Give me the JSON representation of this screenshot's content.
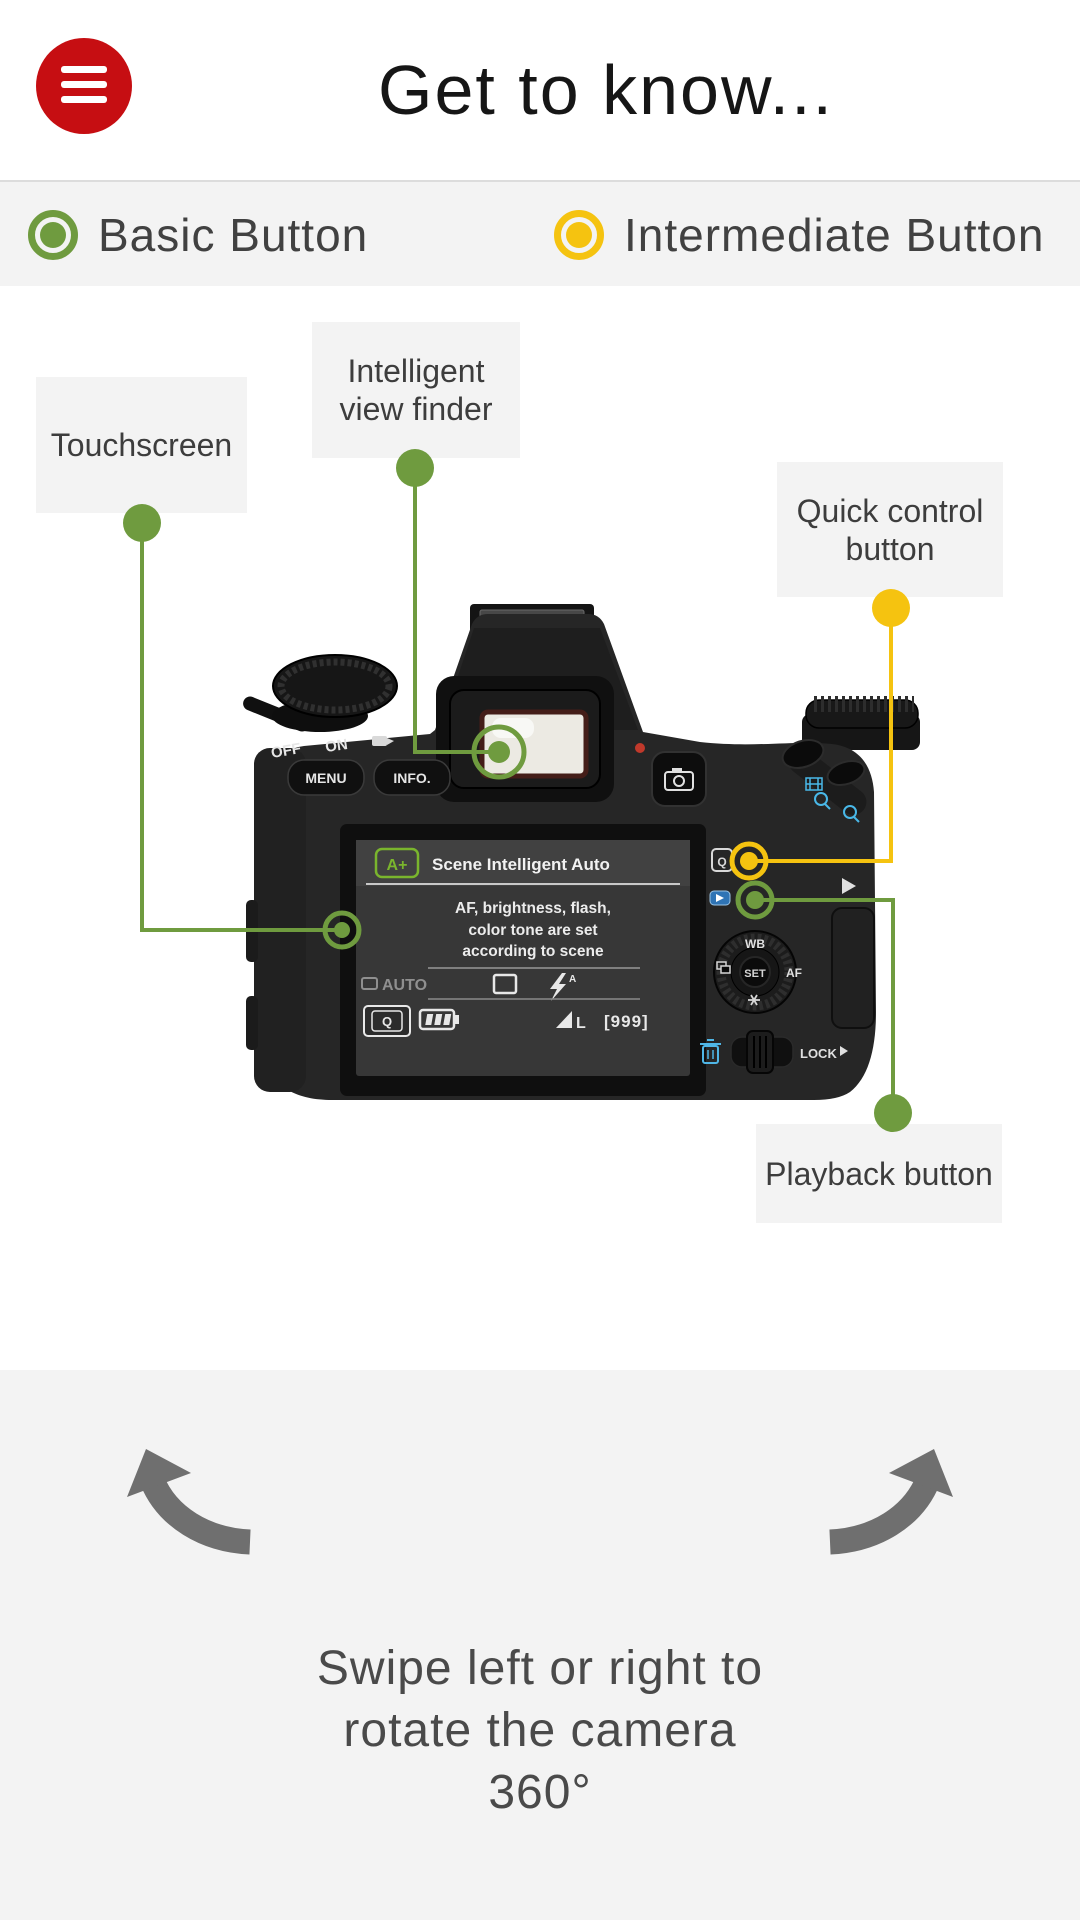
{
  "header": {
    "title": "Get to know...",
    "menu": {
      "icon": "hamburger-icon",
      "color": "#c60e12"
    }
  },
  "legend": {
    "items": [
      {
        "label": "Basic Button",
        "color": "#6f9b3f"
      },
      {
        "label": "Intermediate Button",
        "color": "#f5c310"
      }
    ]
  },
  "diagram": {
    "callouts": [
      {
        "label": "Touchscreen",
        "level": "basic",
        "color": "#6f9b3f"
      },
      {
        "label": "Intelligent view finder",
        "level": "basic",
        "color": "#6f9b3f"
      },
      {
        "label": "Quick control button",
        "level": "intermediate",
        "color": "#f5c310"
      },
      {
        "label": "Playback button",
        "level": "basic",
        "color": "#6f9b3f"
      }
    ],
    "camera": {
      "power_off": "OFF",
      "power_on": "ON",
      "menu_button": "MENU",
      "info_button": "INFO.",
      "q_icon_label": "Q",
      "lock_label": "LOCK",
      "dial": {
        "wb": "WB",
        "set": "SET",
        "af": "AF"
      },
      "lcd": {
        "mode_icon": "A+",
        "mode_title": "Scene Intelligent Auto",
        "description_line1": "AF, brightness, flash,",
        "description_line2": "color tone are set",
        "description_line3": "according to scene",
        "auto_label": "AUTO",
        "flash_a": "A",
        "q_button": "Q",
        "quality_letter": "L",
        "shots_remaining": "[999]"
      }
    }
  },
  "footer": {
    "line1": "Swipe left or right to",
    "line2": "rotate the camera",
    "line3": "360°"
  }
}
